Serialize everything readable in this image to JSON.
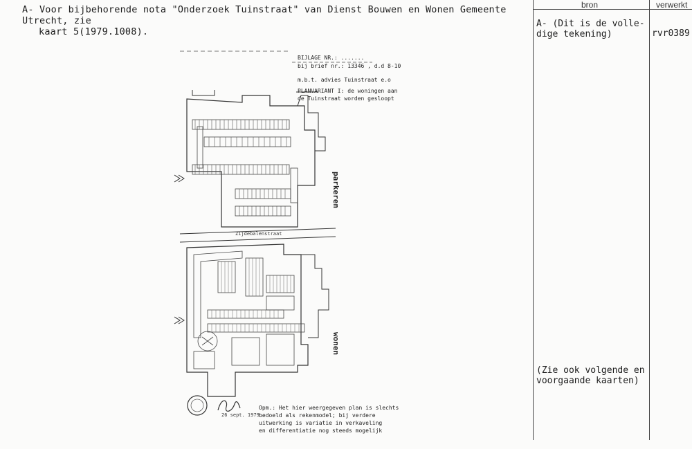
{
  "description": {
    "line1": "A- Voor bijbehorende nota \"Onderzoek Tuinstraat\" van Dienst Bouwen en Wonen Gemeente Utrecht, zie",
    "line2": "kaart 5(1979.1008)."
  },
  "index": {
    "bron_header": "bron",
    "verwerkt_header": "verwerkt",
    "bron_entry": [
      "A- (Dit is de volle-",
      "dige tekening)"
    ],
    "bron_note": [
      "(Zie ook volgende en",
      "voorgaande kaarten)"
    ],
    "verwerkt_entry": "rvr0389"
  },
  "plan": {
    "header": {
      "bijlage": "BIJLAGE NR.: .......",
      "brief": "bij brief nr.: 13346   , d.d 8-10",
      "mbt": "m.b.t. advies Tuinstraat e.o",
      "variant": "PLANVARIANT I: de woningen aan",
      "variant2": "de Tuinstraat worden gesloopt"
    },
    "labels": {
      "parkeren": "parkeren",
      "wonen": "wonen",
      "street": "Zijdebalenstraat",
      "signature": "26 sept. 1979"
    },
    "note": [
      "Opm.: Het hier weergegeven plan is slechts",
      "      bedoeld als rekenmodel; bij verdere",
      "      uitwerking is variatie in verkaveling",
      "      en differentiatie nog steeds mogelijk"
    ]
  }
}
